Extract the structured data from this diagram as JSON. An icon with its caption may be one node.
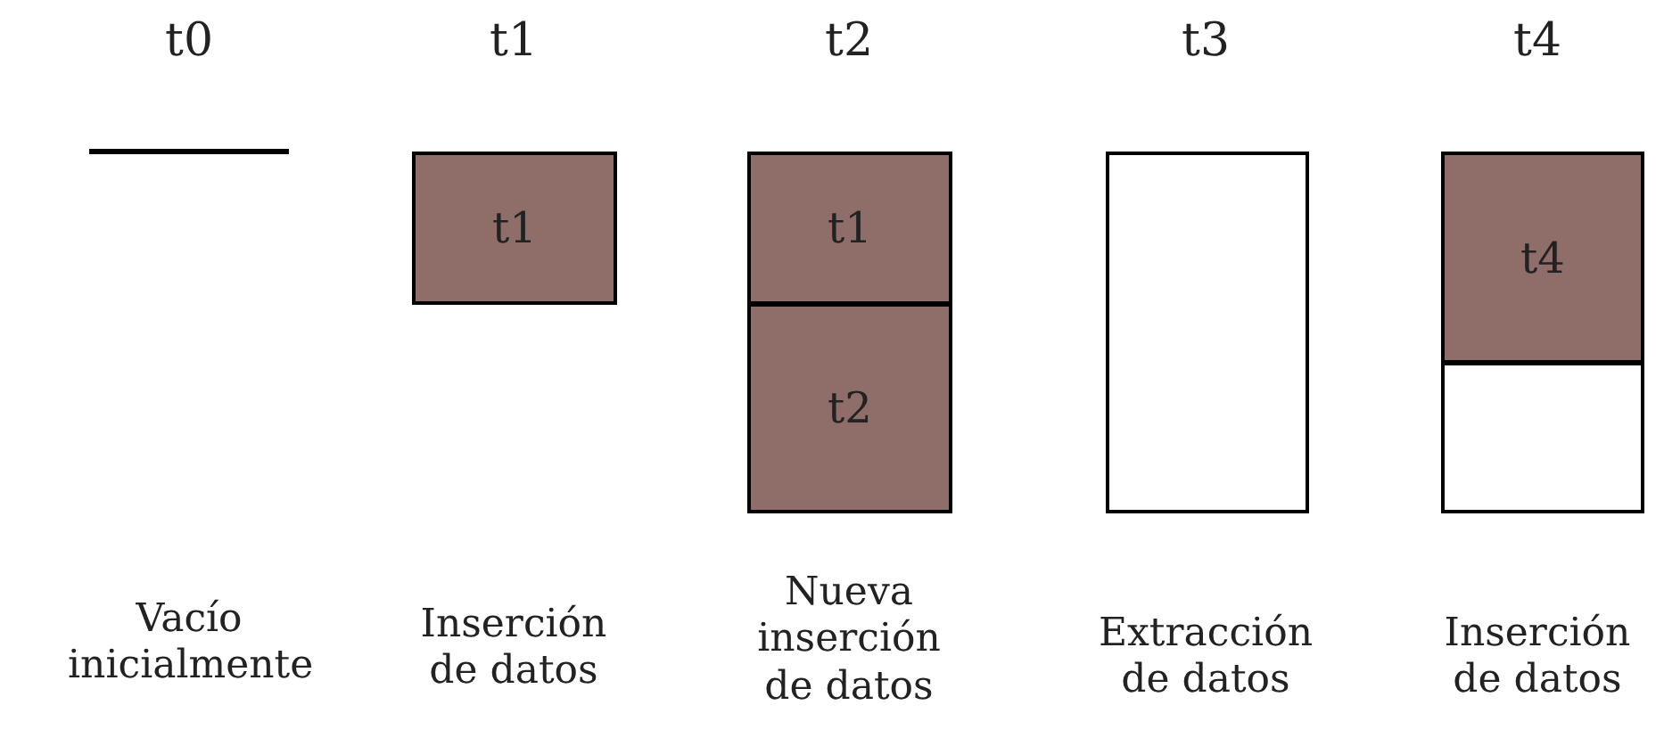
{
  "diagram": {
    "nodes": [
      {
        "text": [
          "t1"
        ]
      },
      {
        "text": [
          "t1"
        ]
      },
      {
        "text": [
          "t2"
        ]
      },
      {
        "text": [],
        "shape": "box"
      },
      {
        "text": [
          "t4"
        ]
      },
      {
        "text": [],
        "shape": "box"
      }
    ],
    "labels": [
      "t0",
      "t1",
      "t2",
      "t3",
      "t4",
      "Vacío inicialmente",
      "Inserción de datos",
      "Nueva inserción de datos",
      "Extracción de datos",
      "Inserción de datos"
    ]
  }
}
